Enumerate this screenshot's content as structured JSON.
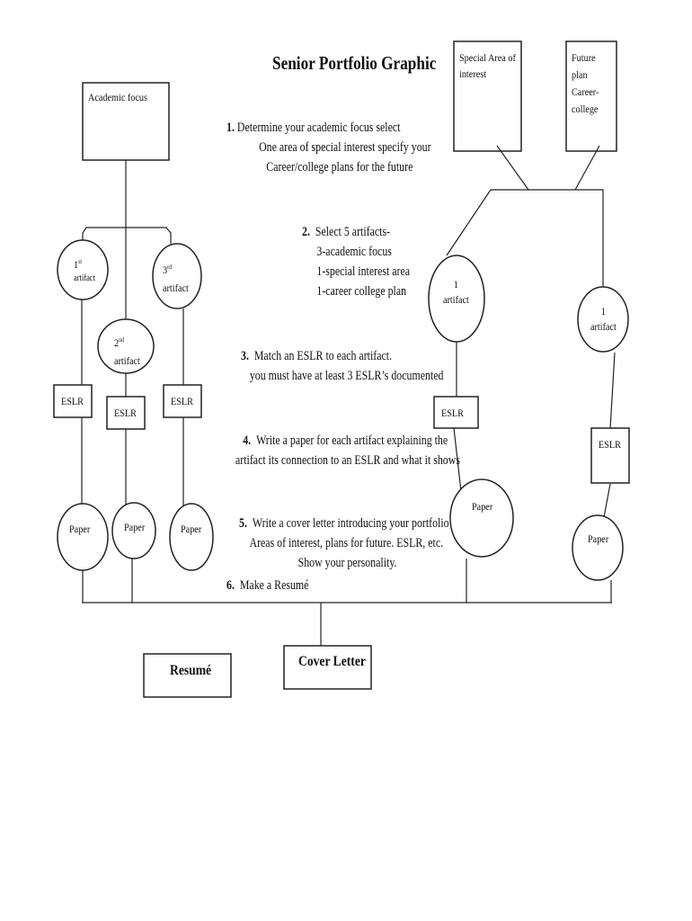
{
  "title": "Senior Portfolio Graphic",
  "top_boxes": {
    "academic_focus": "Academic focus",
    "special_area": [
      "Special Area of",
      "interest"
    ],
    "future_plan": [
      "Future",
      "plan",
      "Career-",
      "college"
    ]
  },
  "steps": [
    {
      "num": "1.",
      "lines": [
        "Determine your academic focus select",
        "One area of special interest specify your",
        "Career/college plans for the future"
      ]
    },
    {
      "num": "2.",
      "lines": [
        "Select 5 artifacts-",
        "3-academic focus",
        "1-special interest area",
        "1-career college plan"
      ]
    },
    {
      "num": "3.",
      "lines": [
        "Match an ESLR to each artifact.",
        "you must have at least 3 ESLR’s documented"
      ]
    },
    {
      "num": "4.",
      "lines": [
        "Write a paper for each artifact explaining the",
        "artifact its connection to an ESLR and what it shows"
      ]
    },
    {
      "num": "5.",
      "lines": [
        "Write a cover letter introducing your portfolio",
        "Areas of interest, plans for future. ESLR, etc.",
        "Show your personality."
      ]
    },
    {
      "num": "6.",
      "lines": [
        "Make a Resumé"
      ]
    }
  ],
  "artifacts": {
    "first": {
      "ord": "1",
      "sup": "st",
      "label": "artifact"
    },
    "second": {
      "ord": "2",
      "sup": "nd",
      "label": "artifact"
    },
    "third": {
      "ord": "3",
      "sup": "rd",
      "label": "artifact"
    },
    "special": {
      "ord": "1",
      "label": "artifact"
    },
    "career": {
      "ord": "1",
      "label": "artifact"
    }
  },
  "eslr_label": "ESLR",
  "paper_label": "Paper",
  "bottom": {
    "resume": "Resumé",
    "cover_letter": "Cover Letter"
  }
}
